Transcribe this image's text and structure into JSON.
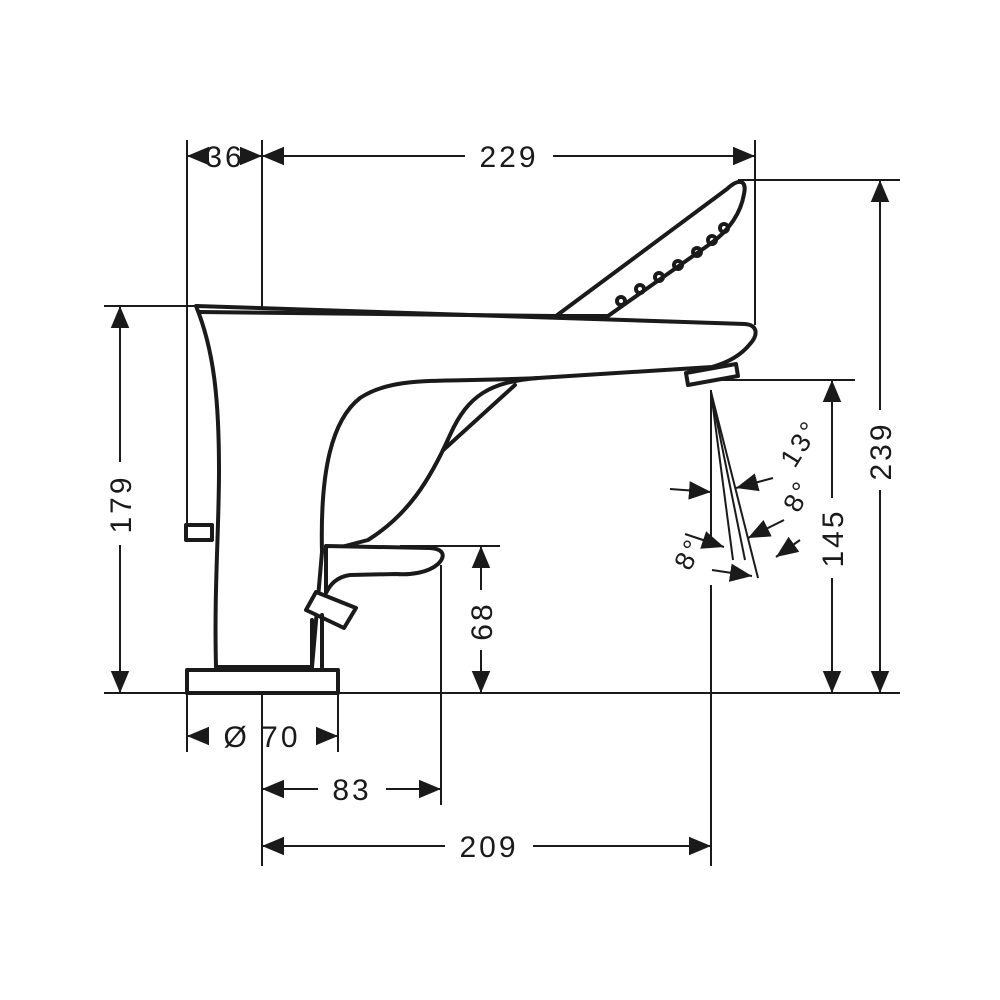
{
  "dimensions": {
    "spindle_offset": "36",
    "total_length": "229",
    "total_height": "239",
    "spout_height": "179",
    "outlet_height": "145",
    "lever_height": "68",
    "base_diameter": "Ø 70",
    "lever_reach": "83",
    "spout_reach": "209"
  },
  "angles": {
    "spray_upper": "13°",
    "spray_middle": "8°",
    "spray_lower": "8°"
  },
  "colors": {
    "line": "#1a1a1a",
    "background": "#ffffff"
  }
}
